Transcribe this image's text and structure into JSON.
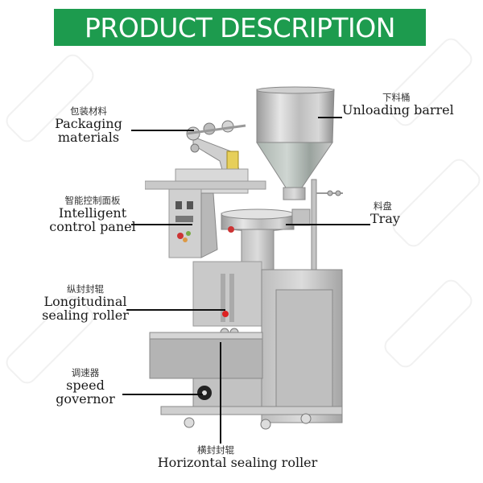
{
  "banner": {
    "title": "PRODUCT DESCRIPTION",
    "color": "#1d9b4e"
  },
  "labels": {
    "packaging": {
      "cn": "包装材料",
      "en1": "Packaging",
      "en2": "materials"
    },
    "unloading": {
      "cn": "下料桶",
      "en": "Unloading barrel"
    },
    "control": {
      "cn": "智能控制面板",
      "en1": "Intelligent",
      "en2": "control panel"
    },
    "tray": {
      "cn": "料盘",
      "en": "Tray"
    },
    "longitudinal": {
      "cn": "纵封封辊",
      "en1": "Longitudinal",
      "en2": "sealing roller"
    },
    "speed": {
      "cn": "调速器",
      "en1": "speed",
      "en2": "governor"
    },
    "horizontal": {
      "cn": "横封封辊",
      "en": "Horizontal sealing roller"
    }
  }
}
